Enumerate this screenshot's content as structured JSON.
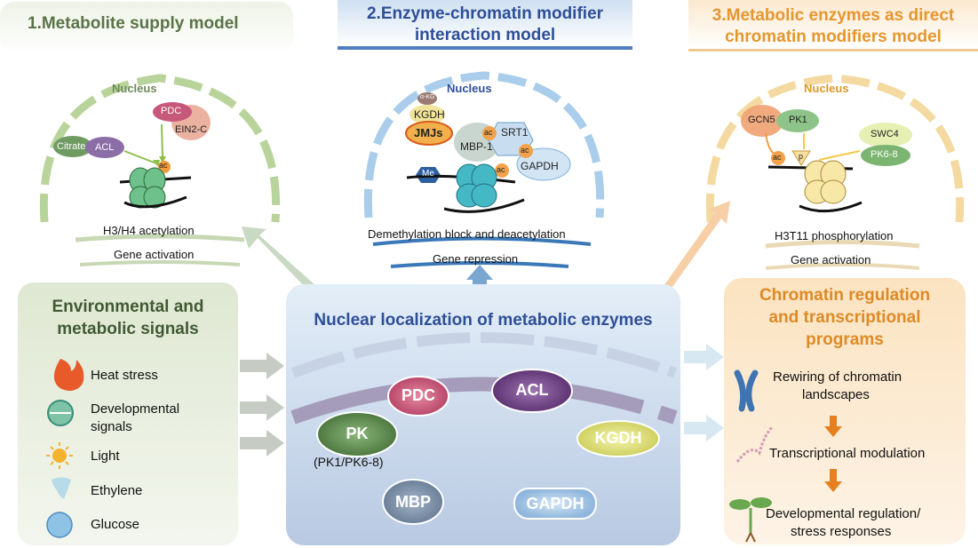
{
  "panels": {
    "model1": {
      "title": "1.Metabolite supply model",
      "nucleus": "Nucleus",
      "pdc": "PDC",
      "ein2": "EIN2-C",
      "citrate": "Citrate",
      "acl": "ACL",
      "ac": "ac",
      "acetylation": "H3/H4 acetylation",
      "activation": "Gene activation"
    },
    "model2": {
      "title_line1": "2.Enzyme-chromatin modifier",
      "title_line2": "interaction model",
      "nucleus": "Nucleus",
      "akg": "α-KG",
      "kgdh": "KGDH",
      "jmjs": "JMJs",
      "ac1": "ac",
      "ac2": "ac",
      "ac3": "ac",
      "srt1": "SRT1",
      "mbp1": "MBP-1",
      "gapdh": "GAPDH",
      "me": "Me",
      "block": "Demethylation block and deacetylation",
      "repression": "Gene repression"
    },
    "model3": {
      "title_line1": "3.Metabolic enzymes as direct",
      "title_line2": "chromatin modifiers model",
      "nucleus": "Nucleus",
      "gcn5": "GCN5",
      "pk1": "PK1",
      "swc4": "SWC4",
      "pk68": "PK6-8",
      "ac": "ac",
      "p": "p",
      "phos": "H3T11 phosphorylation",
      "activation": "Gene activation"
    }
  },
  "env": {
    "title_line1": "Environmental and",
    "title_line2": "metabolic signals",
    "signals": [
      "Heat stress",
      "Developmental",
      "signals",
      "Light",
      "Ethylene",
      "Glucose"
    ]
  },
  "center": {
    "title": "Nuclear localization of  metabolic enzymes",
    "enzymes": {
      "pdc": "PDC",
      "acl": "ACL",
      "pk": "PK",
      "pk_sub": "(PK1/PK6-8)",
      "kgdh": "KGDH",
      "mbp": "MBP",
      "gapdh": "GAPDH"
    }
  },
  "chrom": {
    "title_line1": "Chromatin regulation",
    "title_line2": "and transcriptional",
    "title_line3": "programs",
    "items": [
      "Rewiring of chromatin",
      "landscapes",
      "Transcriptional modulation",
      "Developmental regulation/",
      "stress responses"
    ]
  },
  "colors": {
    "green": "#7f9f6a",
    "blue": "#2e4f98",
    "orange": "#e6962f",
    "pdc": "#c85a78",
    "acl": "#7a4a8e",
    "pk": "#5e8a4e",
    "kgdh": "#dfe07a",
    "mbp": "#7f94aa",
    "gapdh": "#a9c8e4"
  }
}
